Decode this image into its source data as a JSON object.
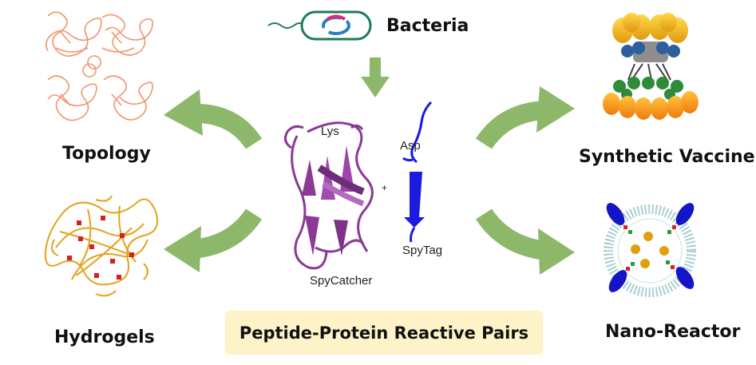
{
  "center": {
    "source": "Bacteria",
    "protein_label": "SpyCatcher",
    "tag_label": "SpyTag",
    "residue_protein": "Lys",
    "residue_tag": "Asp",
    "plus": "+",
    "banner": "Peptide-Protein Reactive Pairs"
  },
  "applications": {
    "top_left": "Topology",
    "bottom_left": "Hydrogels",
    "top_right": "Synthetic Vaccine",
    "bottom_right": "Nano-Reactor"
  },
  "colors": {
    "arrow": "#8db86a",
    "banner": "#fdf2c8",
    "spycatcher": "#8b3a96",
    "spytag": "#1a1ae0",
    "topology": "#f2946d",
    "hydrogel": "#e4a21c",
    "crosslink": "#d42020"
  }
}
